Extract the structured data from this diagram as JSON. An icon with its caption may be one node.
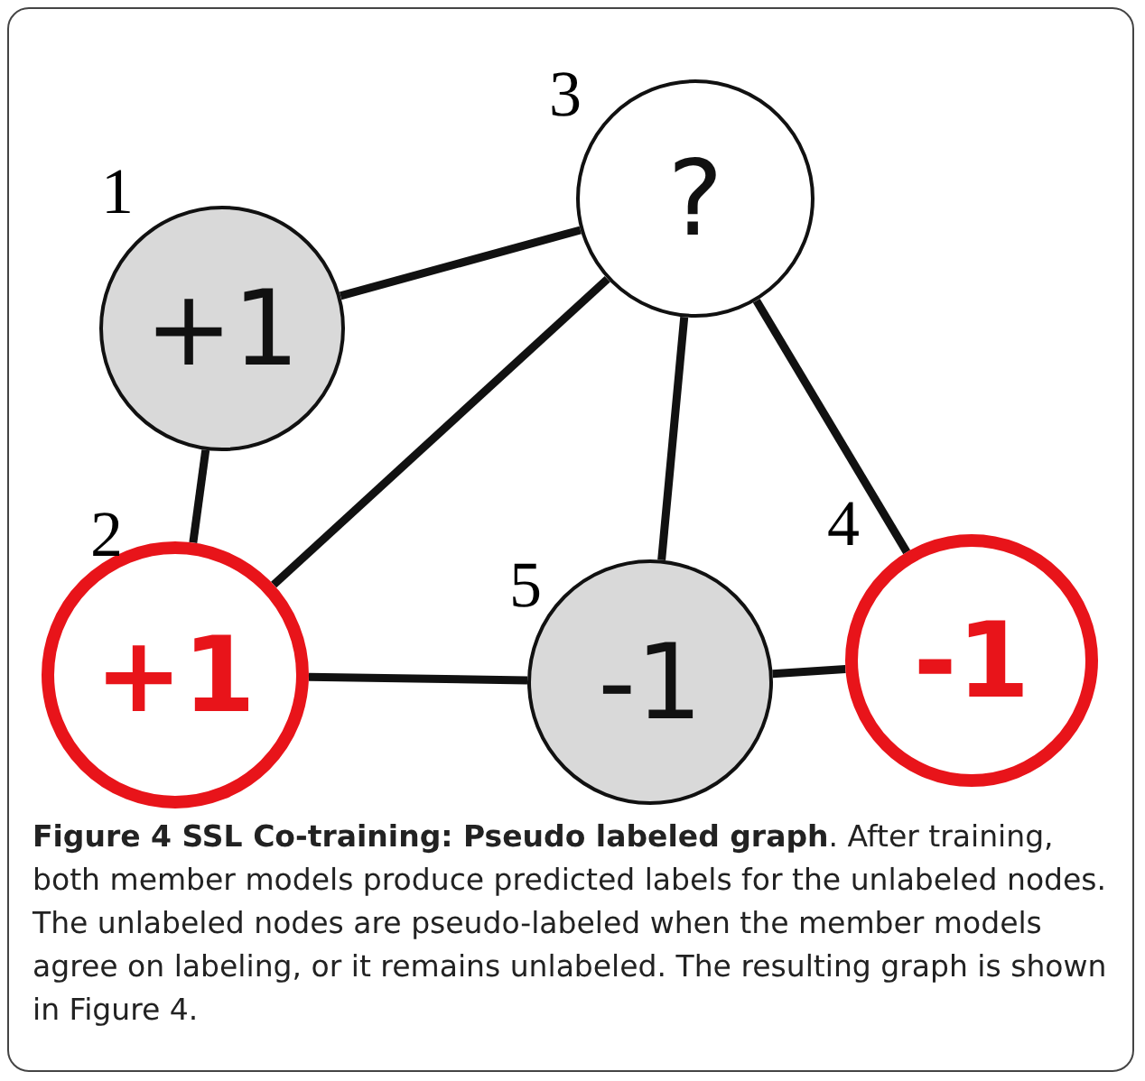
{
  "diagram": {
    "caption": "**Figure 4 SSL Co-training: Pseudo labeled graph**. After training, both member models produce predicted labels for the unlabeled nodes. The unlabeled nodes are pseudo-labeled when the member models agree on labeling, or it remains unlabeled. The resulting graph is shown in Figure 4.",
    "nodes": [
      {
        "text": [
          "+1"
        ],
        "beside": [
          "1"
        ]
      },
      {
        "text": [
          "+1"
        ],
        "beside": [
          "2"
        ]
      },
      {
        "text": [
          "?"
        ],
        "beside": [
          "3"
        ]
      },
      {
        "text": [
          "-1"
        ],
        "beside": [
          "4"
        ]
      },
      {
        "text": [
          "-1"
        ],
        "beside": [
          "5"
        ]
      }
    ],
    "edges": [
      {
        "from": 0,
        "to": 2,
        "arrow": "none"
      },
      {
        "from": 0,
        "to": 1,
        "arrow": "none"
      },
      {
        "from": 1,
        "to": 2,
        "arrow": "none"
      },
      {
        "from": 2,
        "to": 4,
        "arrow": "none"
      },
      {
        "from": 2,
        "to": 3,
        "arrow": "none"
      },
      {
        "from": 1,
        "to": 4,
        "arrow": "none"
      },
      {
        "from": 4,
        "to": 3,
        "arrow": "none"
      }
    ]
  }
}
